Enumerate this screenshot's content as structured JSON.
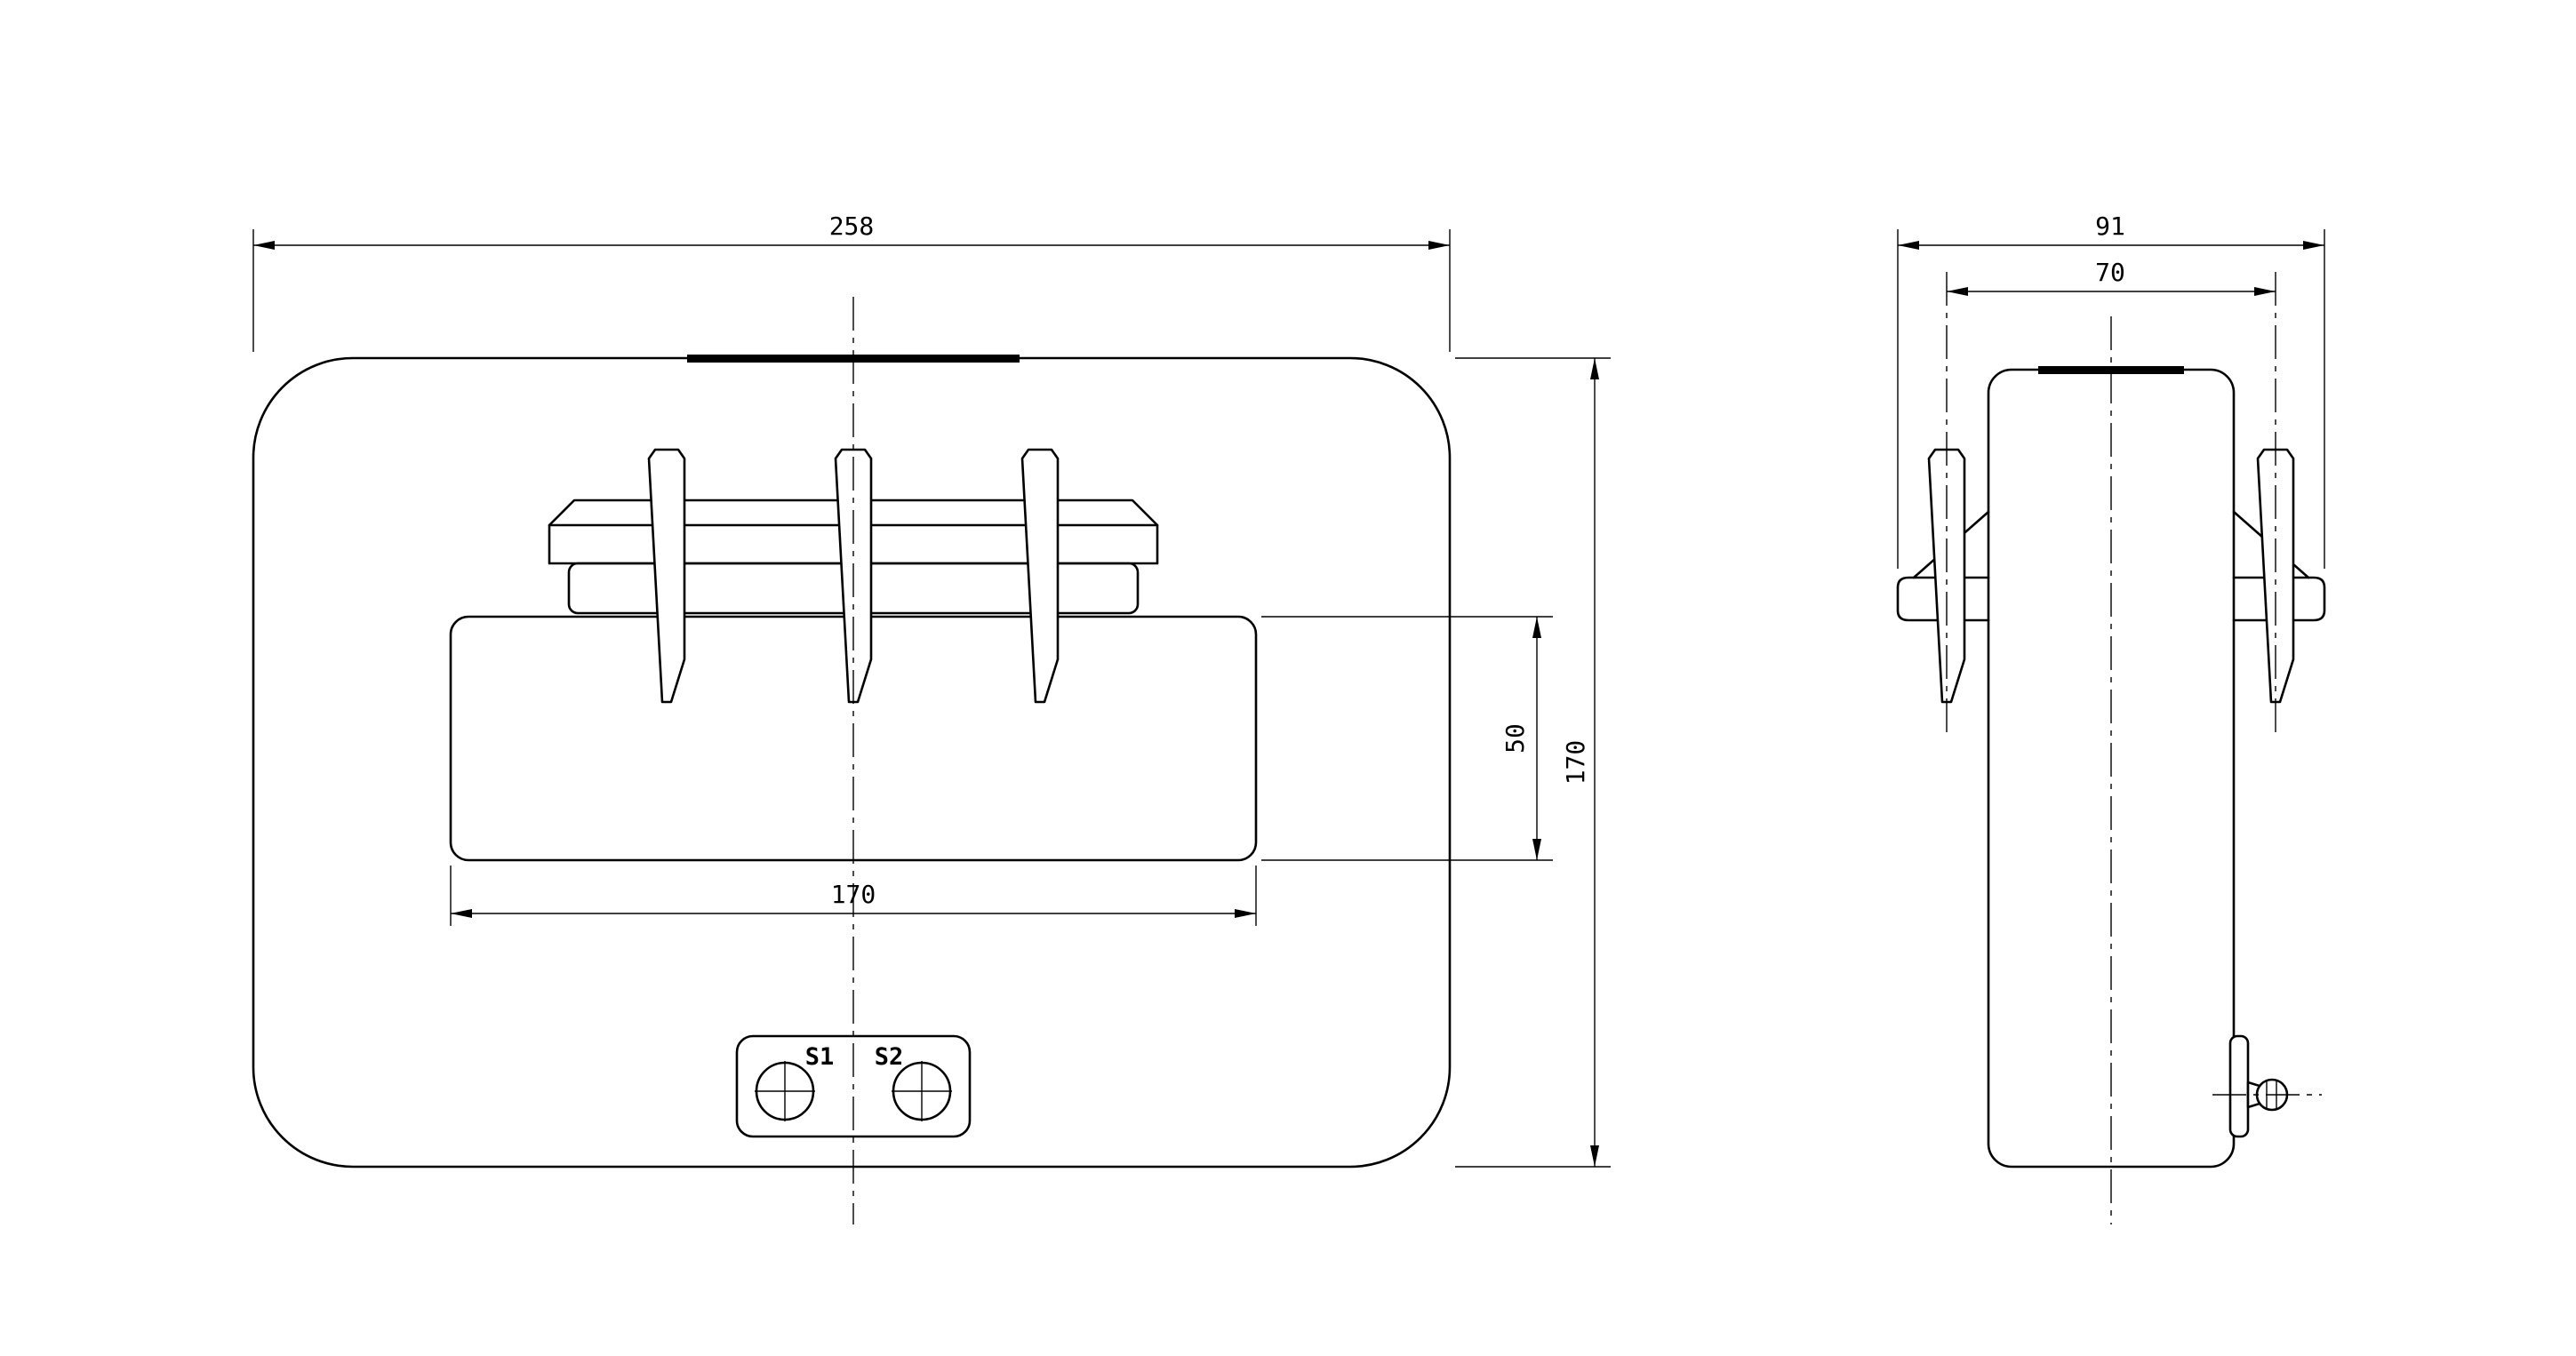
{
  "sheet": {
    "background": "#ffffff",
    "line_color": "#000000"
  },
  "front_view": {
    "dim_overall_width": "258",
    "dim_overall_height": "170",
    "dim_window_width": "170",
    "dim_window_height": "50",
    "label_s1": "S1",
    "label_s2": "S2"
  },
  "side_view": {
    "dim_overall_width": "91",
    "dim_stud_spacing": "70"
  }
}
